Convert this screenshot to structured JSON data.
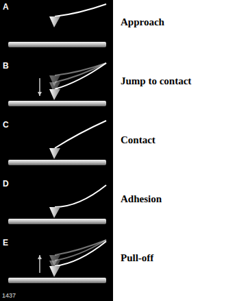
{
  "diagram": {
    "labels": [
      "A",
      "Approach",
      "B",
      "Jump to contact",
      "C",
      "Contact",
      "D",
      "Adhesion",
      "E",
      "Pull-off",
      "1437"
    ]
  }
}
